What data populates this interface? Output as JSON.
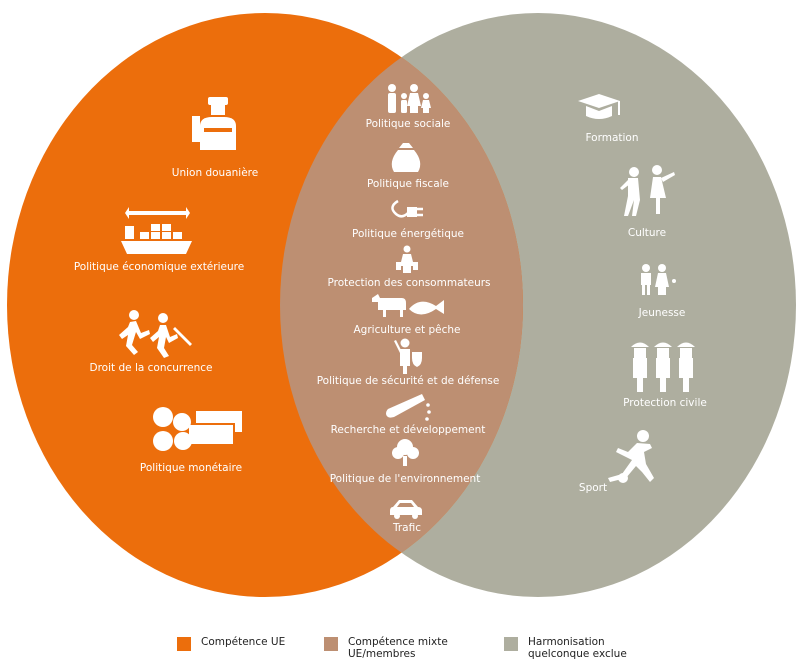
{
  "colors": {
    "eu": "#ec6e0c",
    "mixed": "#bd8f72",
    "member": "#aeae9f",
    "text": "#ffffff"
  },
  "left": {
    "items": [
      {
        "label": "Union douanière",
        "icon": "customs-officer-icon"
      },
      {
        "label": "Politique économique extérieure",
        "icon": "cargo-ship-icon"
      },
      {
        "label": "Droit de la concurrence",
        "icon": "competitors-icon"
      },
      {
        "label": "Politique monétaire",
        "icon": "coins-banknotes-icon"
      }
    ]
  },
  "center": {
    "items": [
      {
        "label": "Politique sociale",
        "icon": "family-icon"
      },
      {
        "label": "Politique fiscale",
        "icon": "money-bag-icon"
      },
      {
        "label": "Politique énergétique",
        "icon": "power-plug-icon"
      },
      {
        "label": "Protection des consommateurs",
        "icon": "shopper-icon"
      },
      {
        "label": "Agriculture et pêche",
        "icon": "cow-fish-icon"
      },
      {
        "label": "Politique de sécurité et de défense",
        "icon": "soldier-shield-icon"
      },
      {
        "label": "Recherche et développement",
        "icon": "test-tube-icon"
      },
      {
        "label": "Politique de l'environnement",
        "icon": "tree-icon"
      },
      {
        "label": "Trafic",
        "icon": "car-icon"
      }
    ]
  },
  "right": {
    "items": [
      {
        "label": "Formation",
        "icon": "graduation-cap-icon"
      },
      {
        "label": "Culture",
        "icon": "dancers-icon"
      },
      {
        "label": "Jeunesse",
        "icon": "children-icon"
      },
      {
        "label": "Protection civile",
        "icon": "firefighters-icon"
      },
      {
        "label": "Sport",
        "icon": "football-player-icon"
      }
    ]
  },
  "legend": [
    {
      "label": "Compétence UE",
      "color": "#ec6e0c"
    },
    {
      "label": "Compétence mixte\nUE/membres",
      "color": "#bd8f72"
    },
    {
      "label": "Harmonisation\nquelconque exclue",
      "color": "#aeae9f"
    }
  ]
}
